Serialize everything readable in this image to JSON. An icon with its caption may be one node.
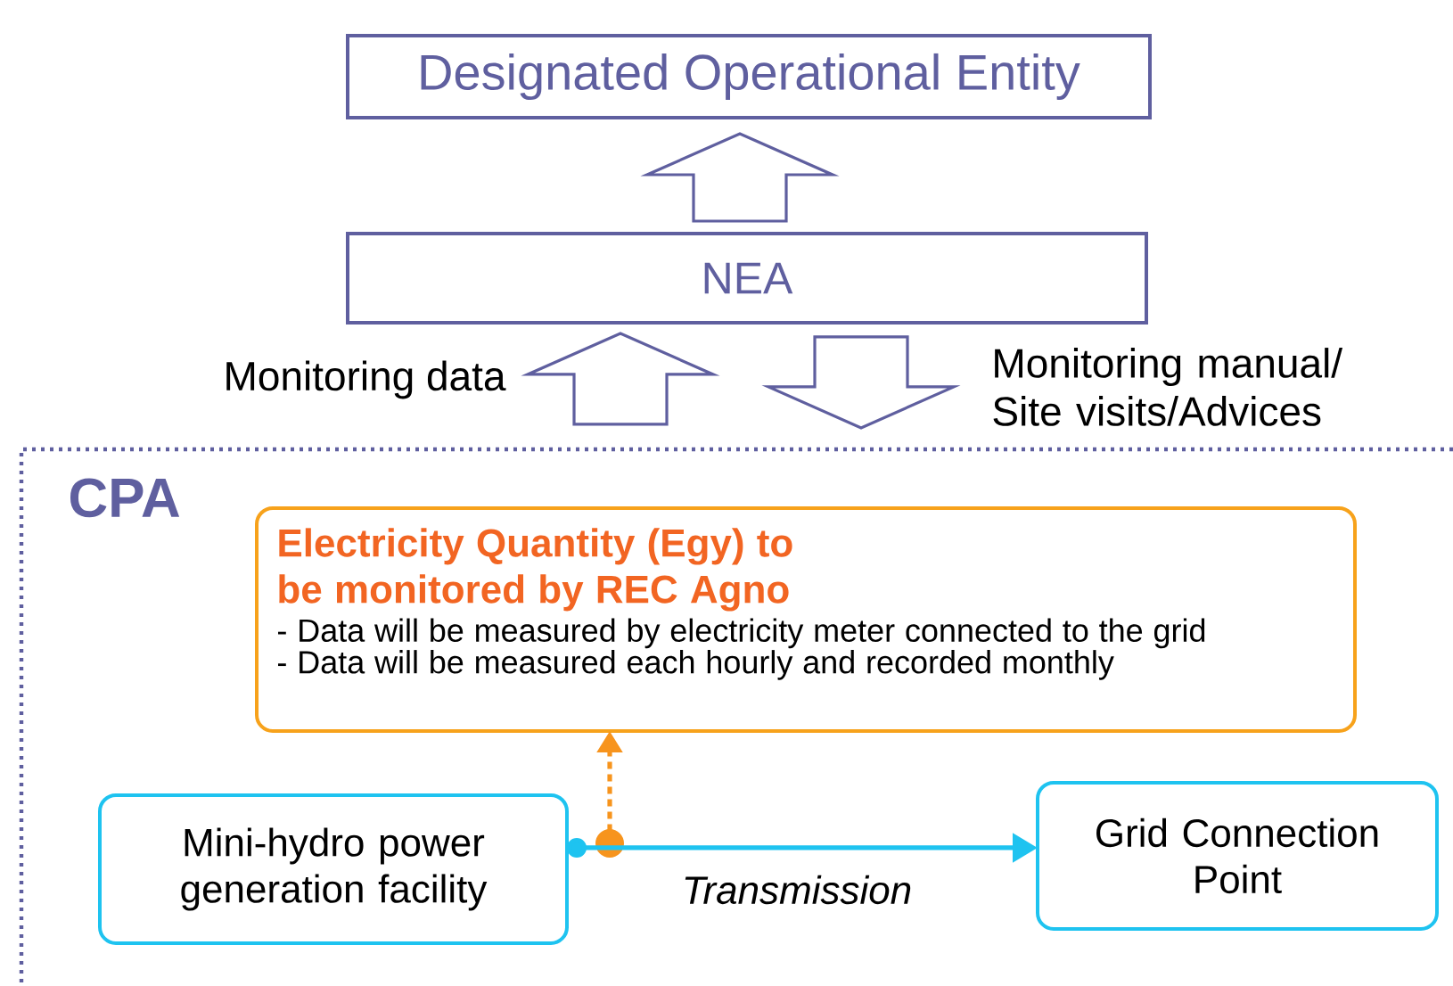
{
  "diagram": {
    "nodes": [
      {
        "text": [
          "Designated Operational Entity"
        ]
      },
      {
        "text": [
          "NEA"
        ]
      },
      {
        "text": [
          "CPA"
        ]
      },
      {
        "text": [
          "Electricity Quantity (Egy) to be monitored by REC Agno",
          "- Data will be measured by electricity meter connected to the grid",
          "- Data will be measured each hourly and recorded monthly"
        ],
        "in": 2
      },
      {
        "text": [
          "Mini-hydro power generation facility"
        ],
        "in": 2
      },
      {
        "text": [
          "Grid Connection Point"
        ],
        "in": 2
      }
    ],
    "edges": [
      {
        "from": 1,
        "to": 0,
        "arrow": "to"
      },
      {
        "from": 2,
        "to": 1,
        "arrow": "to",
        "label": "Monitoring data"
      },
      {
        "from": 1,
        "to": 2,
        "arrow": "to",
        "label": "Monitoring manual/ Site visits/Advices"
      },
      {
        "from": null,
        "to": 3,
        "arrow": "to",
        "style": "dashed",
        "color": "#f7941d"
      },
      {
        "from": 4,
        "to": 5,
        "arrow": "to",
        "color": "#1ec3f0",
        "label": "Transmission"
      }
    ]
  }
}
